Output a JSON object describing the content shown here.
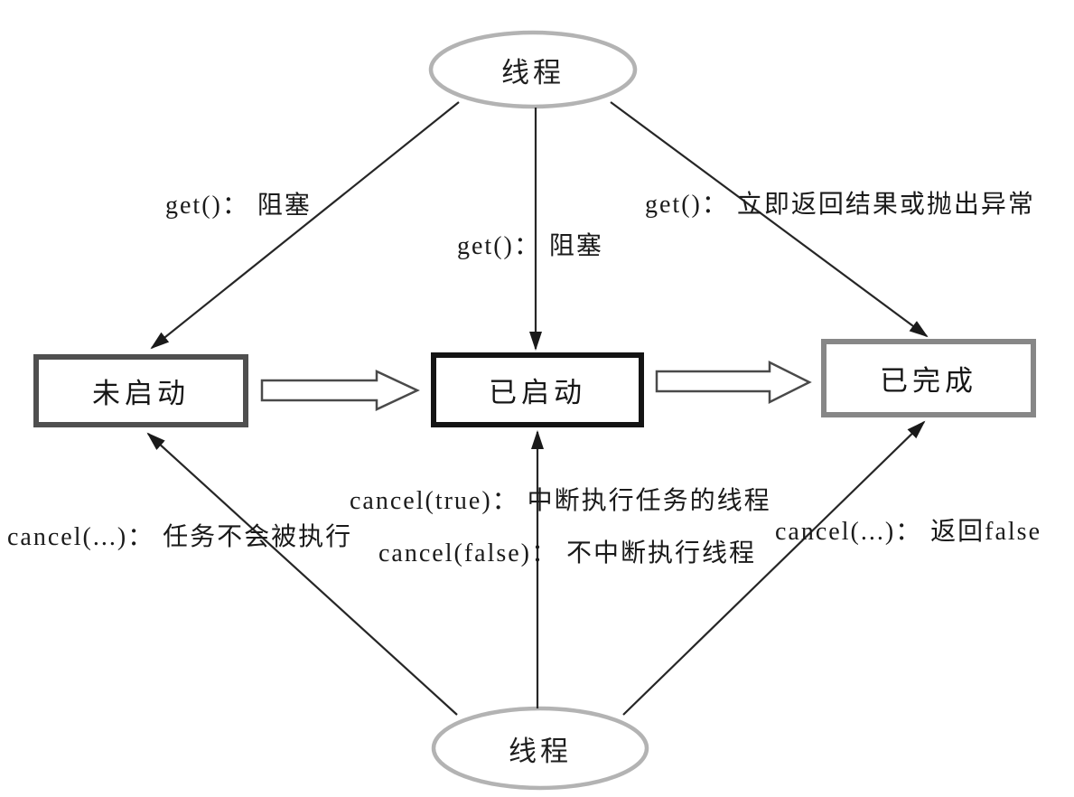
{
  "diagram": {
    "top_thread": {
      "label": "线程"
    },
    "bottom_thread": {
      "label": "线程"
    },
    "states": {
      "not_started": "未启动",
      "started": "已启动",
      "completed": "已完成"
    },
    "get_labels": {
      "left": "get()： 阻塞",
      "middle": "get()： 阻塞",
      "right": "get()： 立即返回结果或抛出异常"
    },
    "cancel_labels": {
      "left": "cancel(...)： 任务不会被执行",
      "middle_true": "cancel(true)： 中断执行任务的线程",
      "middle_false": "cancel(false)： 不中断执行线程",
      "right": "cancel(...)： 返回false"
    },
    "colors": {
      "ellipse_border": "#b3b3b3",
      "box_border_not_started": "#4f4f4f",
      "box_border_started": "#141414",
      "box_border_completed": "#878787",
      "edge_line": "#262626",
      "block_arrow_outline": "#4a4a4a",
      "text": "#1a1a1a",
      "background": "#ffffff"
    }
  }
}
